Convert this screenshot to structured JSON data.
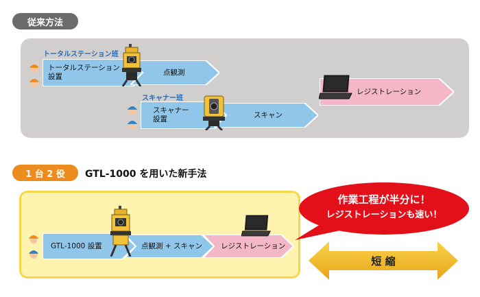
{
  "conventional": {
    "badge": "従来方法",
    "ts_team": "トータルステーション班",
    "ts_setup": [
      "トータルステーション",
      "設置"
    ],
    "point_obs": "点観測",
    "scanner_team": "スキャナー班",
    "scanner_setup": [
      "スキャナー",
      "設置"
    ],
    "scan": "スキャン",
    "registration": "レジストレーション"
  },
  "new_method": {
    "badge": "1 台 2 役",
    "title": "GTL-1000 を用いた新手法",
    "setup": "GTL-1000 設置",
    "combined": "点観測 + スキャン",
    "registration": "レジストレーション"
  },
  "callout": {
    "line1": "作業工程が半分に！",
    "line2": "レジストレーションも速い！"
  },
  "shorten": "短 縮",
  "colors": {
    "gray_badge": "#6b6b6b",
    "panel": "#d0cfce",
    "blue_arrow": "#8fc6ea",
    "pink_arrow": "#f3b7c8",
    "orange": "#ec8b1e",
    "red": "#e30f19",
    "yellow_panel": "#fff3b0",
    "helmet_orange": "#ef8a1d",
    "helmet_blue": "#2f83c8"
  }
}
